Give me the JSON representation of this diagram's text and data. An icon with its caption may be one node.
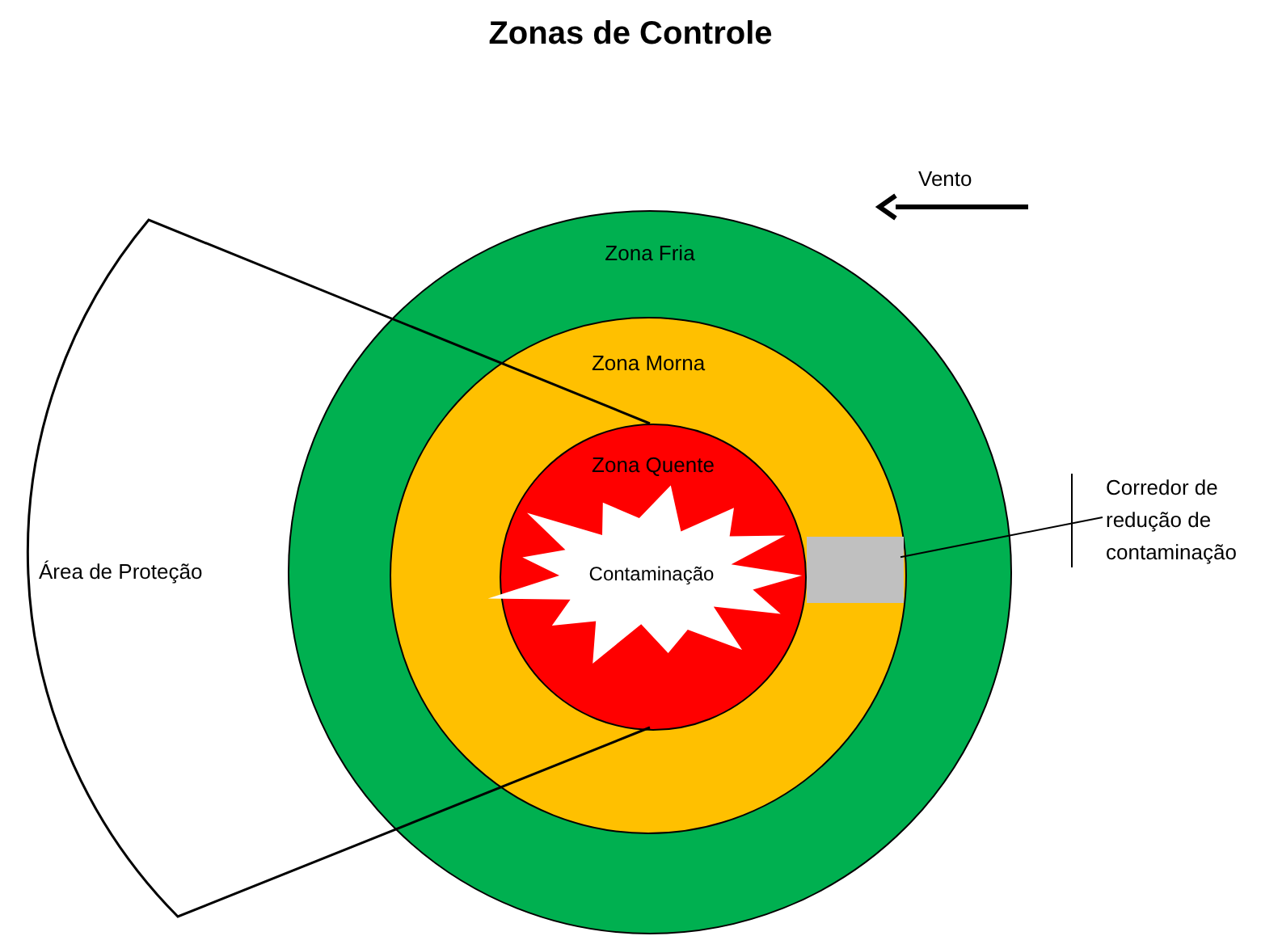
{
  "diagram": {
    "title": "Zonas de Controle",
    "nodes": [
      {
        "text": [
          "Área de Proteção"
        ]
      },
      {
        "text": [
          "Zona Fria"
        ]
      },
      {
        "text": [
          "Zona Morna"
        ],
        "in": 1
      },
      {
        "text": [
          "Zona Quente"
        ],
        "in": 2
      },
      {
        "text": [
          "Contaminação"
        ],
        "in": 3
      },
      {
        "text": [],
        "shape": "box",
        "in": 2
      },
      {
        "text": [
          "Corredor de redução de contaminação"
        ]
      }
    ],
    "edges": [
      {
        "from": 6,
        "to": 5,
        "arrow": "none"
      }
    ],
    "labels": [
      "Vento"
    ]
  }
}
